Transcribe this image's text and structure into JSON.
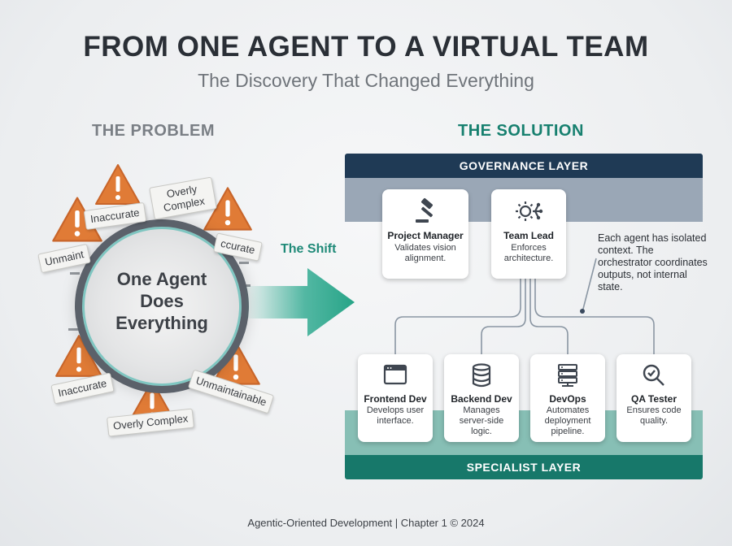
{
  "header": {
    "title": "FROM ONE AGENT TO A VIRTUAL TEAM",
    "subtitle": "The Discovery That Changed Everything"
  },
  "problem": {
    "heading": "THE PROBLEM",
    "center_lines": [
      "One Agent",
      "Does",
      "Everything"
    ],
    "tags": [
      "Inaccurate",
      "Overly Complex",
      "Unmaintainable",
      "Inaccurate",
      "Inaccurate",
      "Unmaintainable",
      "Overly Complex"
    ],
    "tag_partial": [
      "ccurate",
      "Unmaint"
    ],
    "warning_icon": "warning-triangle-icon",
    "warning_color": "#e07b36"
  },
  "shift": {
    "label": "The Shift"
  },
  "solution": {
    "heading": "THE SOLUTION",
    "governance_label": "GOVERNANCE LAYER",
    "specialist_label": "SPECIALIST LAYER",
    "governance_agents": [
      {
        "title": "Project Manager",
        "desc": "Validates vision alignment.",
        "icon": "gavel-icon"
      },
      {
        "title": "Team Lead",
        "desc": "Enforces architecture.",
        "icon": "gear-network-icon"
      }
    ],
    "specialist_agents": [
      {
        "title": "Frontend Dev",
        "desc": "Develops user interface.",
        "icon": "browser-window-icon"
      },
      {
        "title": "Backend Dev",
        "desc": "Manages server-side logic.",
        "icon": "database-icon"
      },
      {
        "title": "DevOps",
        "desc": "Automates deployment pipeline.",
        "icon": "server-rack-icon"
      },
      {
        "title": "QA Tester",
        "desc": "Ensures code quality.",
        "icon": "magnifier-check-icon"
      }
    ],
    "note": "Each agent has isolated context. The orchestrator coordinates outputs, not internal state.",
    "colors": {
      "governance": "#1f3a55",
      "specialist": "#17786a",
      "accent": "#1f8a78"
    }
  },
  "footer": {
    "text": "Agentic-Oriented Development | Chapter 1 © 2024"
  }
}
